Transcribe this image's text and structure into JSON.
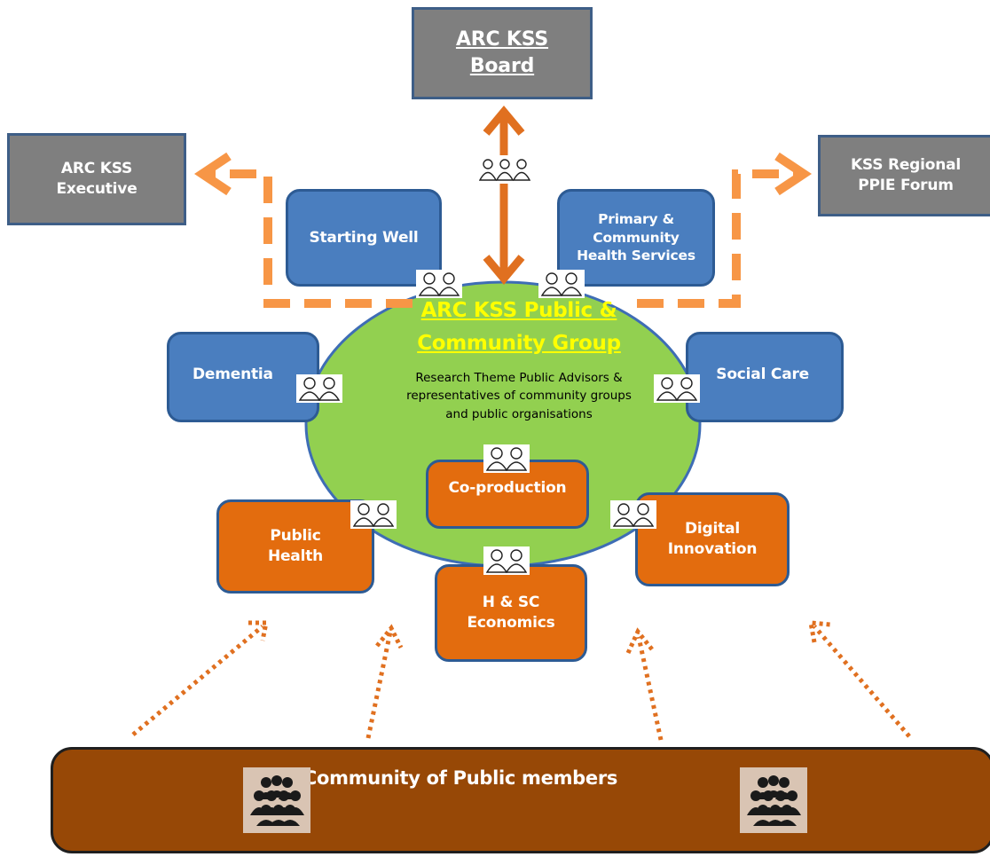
{
  "board": {
    "line1": "ARC KSS",
    "line2": "Board"
  },
  "executive": {
    "line1": "ARC KSS",
    "line2": "Executive"
  },
  "forum": {
    "line1": "KSS Regional",
    "line2": "PPIE Forum"
  },
  "hub": {
    "title_line1": "ARC KSS Public &",
    "title_line2": "Community Group",
    "desc_line1": "Research Theme Public Advisors &",
    "desc_line2": "representatives of community groups",
    "desc_line3": "and public organisations",
    "fill_color": "#92d050"
  },
  "themes": {
    "starting_well": {
      "label": "Starting Well"
    },
    "primary_care": {
      "line1": "Primary &",
      "line2": "Community",
      "line3": "Health Services"
    },
    "dementia": {
      "label": "Dementia"
    },
    "social_care": {
      "label": "Social Care"
    },
    "coproduction": {
      "label": "Co-production"
    },
    "public_health": {
      "line1": "Public",
      "line2": "Health"
    },
    "digital": {
      "line1": "Digital",
      "line2": "Innovation"
    },
    "economics": {
      "line1": "H & SC",
      "line2": "Economics"
    }
  },
  "community": {
    "label": "Community of Public members"
  },
  "colors": {
    "governance": "#7f7f7f",
    "theme_blue": "#4a7ebf",
    "theme_orange": "#e36c0e",
    "community": "#974806",
    "arrow_solid": "#e07020",
    "arrow_dashed": "#f79646"
  },
  "icons": {
    "advisor_pair": "people-pair-icon",
    "advisor_trio": "people-trio-icon",
    "crowd": "crowd-icon"
  }
}
